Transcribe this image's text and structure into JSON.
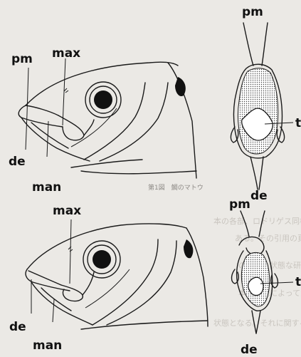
{
  "caption": "第1図　鯛のマトウ",
  "text_lines": [
    "本の各部、ロドリゲス同様の分類法はほとんどない",
    "ある。その引用の頁を新聞は観察の要素の状態は",
    "の形態の状態な研究をその形態に結合させて、",
    "本の研究によって方向にその研究の要素",
    "状態となる。それに関する研究とその相"
  ],
  "top_fish": {
    "labels": {
      "pm": "pm",
      "max": "max",
      "de": "de",
      "man": "man"
    }
  },
  "bottom_fish": {
    "labels": {
      "max": "max",
      "de": "de",
      "man": "man"
    }
  },
  "top_jaw": {
    "labels": {
      "pm": "pm",
      "t": "t",
      "de": "de"
    }
  },
  "bottom_jaw": {
    "labels": {
      "pm": "pm",
      "t": "t",
      "de": "de"
    }
  }
}
